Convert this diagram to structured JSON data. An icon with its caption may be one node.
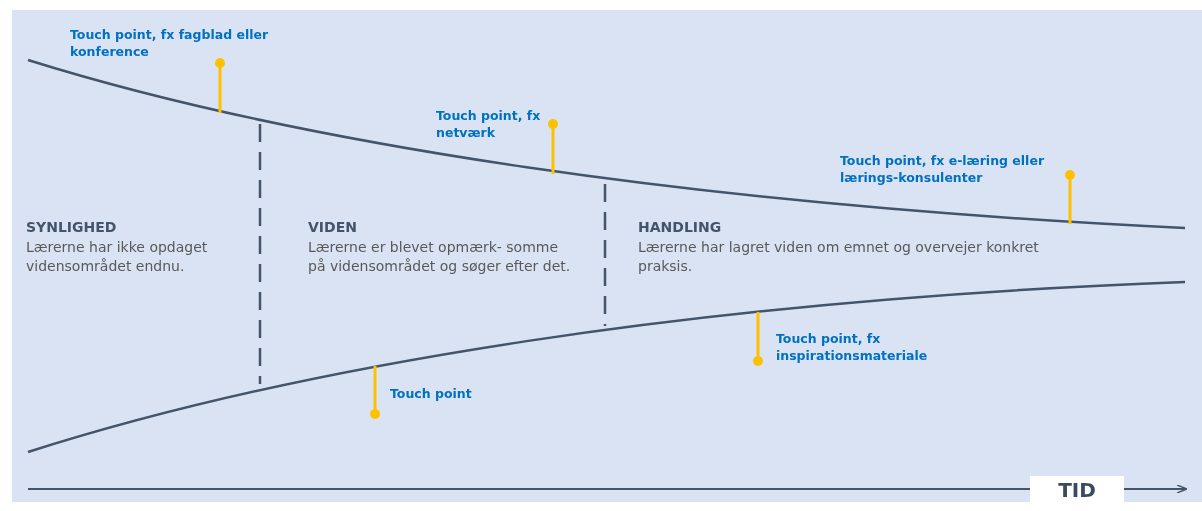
{
  "diagram": {
    "nodes": [
      {
        "text": [
          "SYNLIGHED",
          "Lærerne har ikke opdaget vidensområdet endnu."
        ]
      },
      {
        "text": [
          "VIDEN",
          "Lærerne er blevet opmærk- somme på vidensområdet og søger efter det."
        ]
      },
      {
        "text": [
          "HANDLING",
          "Lærerne har lagret viden om emnet og overvejer konkret praksis."
        ]
      }
    ],
    "edges": [],
    "labels": [
      "Touch point, fx fagblad eller konference",
      "Touch point, fx netværk",
      "Touch point, fx e-læring eller lærings-konsulenter",
      "Touch point, fx inspirationsmateriale",
      "Touch point",
      "TID"
    ]
  }
}
